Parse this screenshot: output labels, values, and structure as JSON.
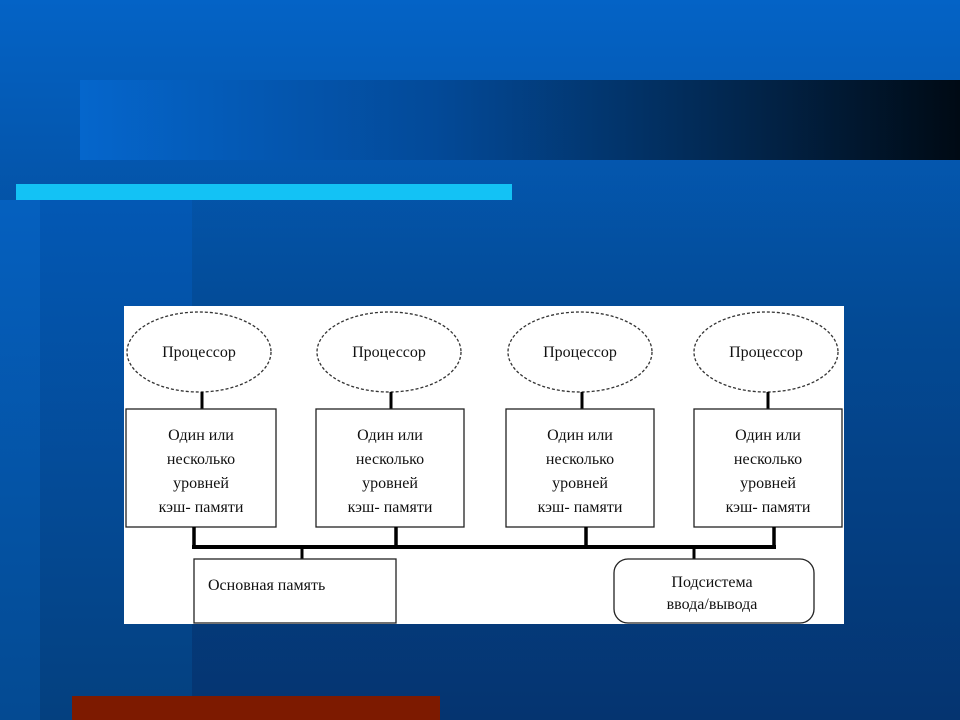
{
  "diagram": {
    "processors": [
      {
        "label": "Процессор"
      },
      {
        "label": "Процессор"
      },
      {
        "label": "Процессор"
      },
      {
        "label": "Процессор"
      }
    ],
    "caches": [
      {
        "lines": [
          "Один или",
          "несколько",
          "уровней",
          "кэш- памяти"
        ]
      },
      {
        "lines": [
          "Один или",
          "несколько",
          "уровней",
          "кэш- памяти"
        ]
      },
      {
        "lines": [
          "Один или",
          "несколько",
          "уровней",
          "кэш- памяти"
        ]
      },
      {
        "lines": [
          "Один или",
          "несколько",
          "уровней",
          "кэш- памяти"
        ]
      }
    ],
    "main_memory": {
      "label": "Основная память"
    },
    "io_subsystem": {
      "lines": [
        "Подсистема",
        "ввода/вывода"
      ]
    }
  },
  "colors": {
    "accent_cyan": "#13c2f5",
    "accent_red": "#7d1a00",
    "background_blue": "#034a95"
  }
}
